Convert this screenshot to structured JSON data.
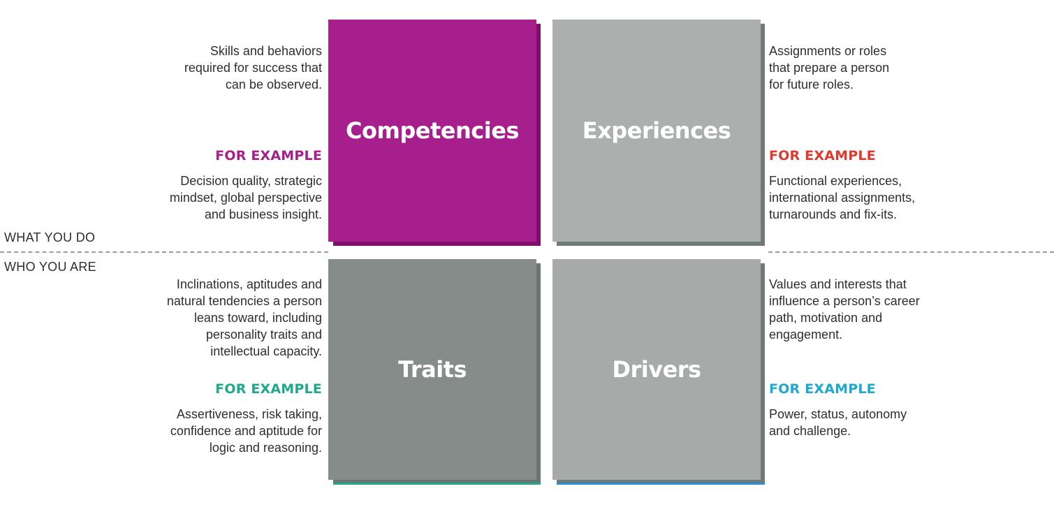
{
  "colors": {
    "competencies": "#a71f8d",
    "competencies_shadow": "#7f0f6a",
    "experiences": "#abafae",
    "experiences_shadow": "#707a79",
    "traits": "#858c8a",
    "traits_shadow": "#6b7472",
    "traits_accent": "#1fa88a",
    "drivers": "#a6aaa9",
    "drivers_shadow": "#707a79",
    "drivers_accent": "#2a8fd0",
    "example_competencies": "#a71f8d",
    "example_experiences": "#e03a2e",
    "example_traits": "#1fa88a",
    "example_drivers": "#1fa8d0"
  },
  "divider": {
    "top_label": "WHAT YOU DO",
    "bottom_label": "WHO YOU ARE"
  },
  "quadrants": {
    "competencies": {
      "title": "Competencies",
      "description": [
        "Skills and behaviors",
        "required for success that",
        "can be observed."
      ],
      "example_heading": "FOR EXAMPLE",
      "example_text": [
        "Decision quality, strategic",
        "mindset, global perspective",
        "and business insight."
      ]
    },
    "experiences": {
      "title": "Experiences",
      "description": [
        "Assignments or roles",
        "that prepare a person",
        "for future roles."
      ],
      "example_heading": "FOR EXAMPLE",
      "example_text": [
        "Functional experiences,",
        "international assignments,",
        "turnarounds and fix-its."
      ]
    },
    "traits": {
      "title": "Traits",
      "description": [
        "Inclinations, aptitudes and",
        "natural tendencies a person",
        "leans toward, including",
        "personality traits and",
        "intellectual capacity."
      ],
      "example_heading": "FOR EXAMPLE",
      "example_text": [
        "Assertiveness, risk taking,",
        "confidence and aptitude for",
        "logic and reasoning."
      ]
    },
    "drivers": {
      "title": "Drivers",
      "description": [
        "Values and interests that",
        "influence a person’s career",
        "path, motivation and",
        "engagement."
      ],
      "example_heading": "FOR EXAMPLE",
      "example_text": [
        "Power, status, autonomy",
        "and challenge."
      ]
    }
  }
}
